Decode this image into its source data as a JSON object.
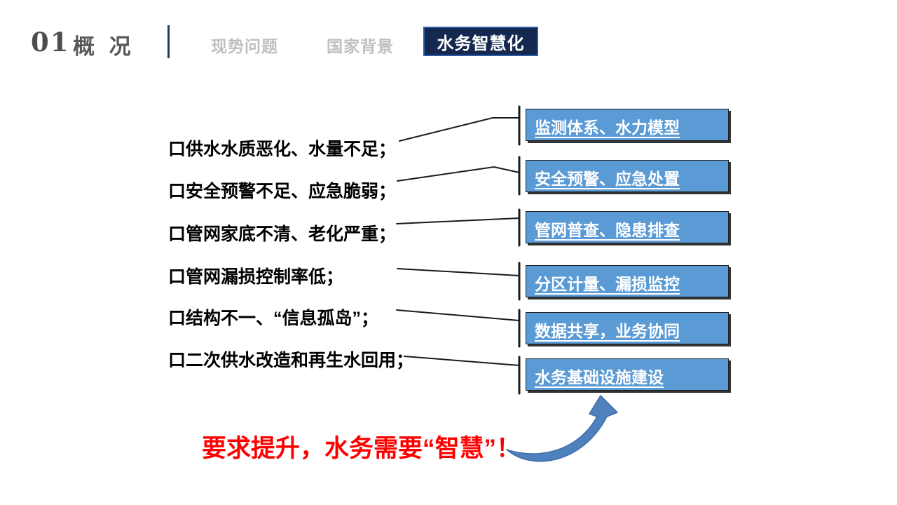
{
  "slide": {
    "section_number": "01",
    "section_title": "概 况",
    "tabs": [
      {
        "label": "现势问题",
        "active": false
      },
      {
        "label": "国家背景",
        "active": false
      },
      {
        "label": "水务智慧化",
        "active": true
      }
    ],
    "bullet_glyph": "口",
    "problems": [
      "供水水质恶化、水量不足；",
      "安全预警不足、应急脆弱；",
      "管网家底不清、老化严重；",
      "管网漏损控制率低；",
      "结构不一、“信息孤岛”；",
      "二次供水改造和再生水回用；"
    ],
    "solutions": [
      "监测体系、水力模型",
      "安全预警、应急处置",
      "管网普查、隐患排查",
      "分区计量、漏损监控",
      "数据共享，业务协同",
      "水务基础设施建设"
    ],
    "conclusion": "要求提升，水务需要“智慧”！",
    "colors": {
      "box_blue": "#5B9BD5",
      "tab_active_bg": "#142850",
      "tab_active_border": "#2D5CA8",
      "divider_navy": "#1F3864",
      "tab_inactive_gray": "#BFBFBF",
      "conclusion_red": "#FF0000",
      "arrow_blue": "#4F81BD",
      "connector_black": "#1a1a1a"
    }
  }
}
